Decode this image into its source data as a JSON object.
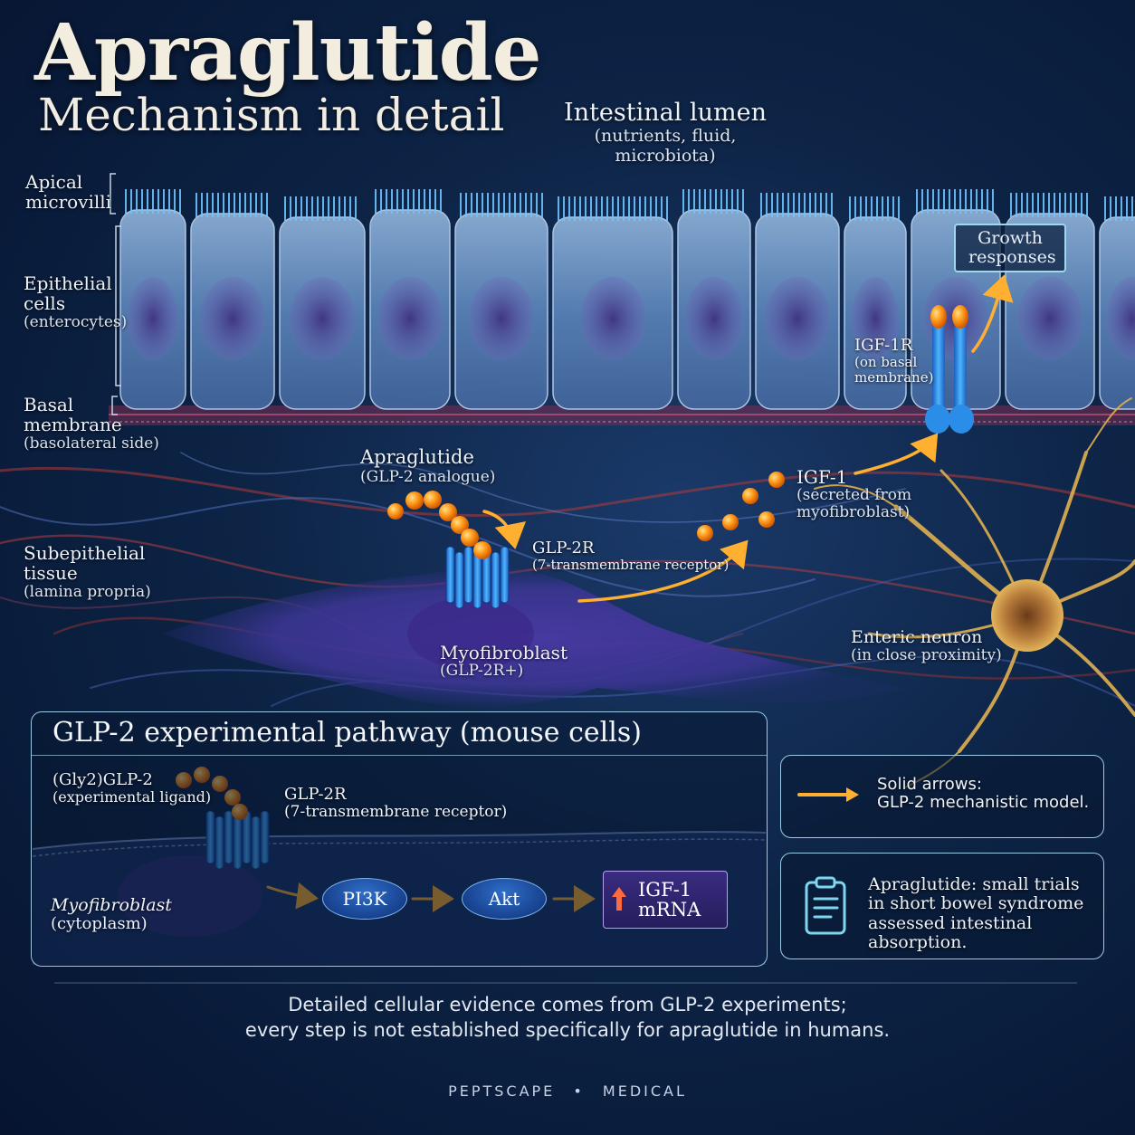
{
  "header": {
    "title": "Apraglutide",
    "subtitle": "Mechanism in detail"
  },
  "lumen": {
    "title": "Intestinal lumen",
    "subtitle": "(nutrients, fluid, microbiota)"
  },
  "side_labels": {
    "microvilli_1": "Apical",
    "microvilli_2": "microvilli",
    "epithelial_1": "Epithelial",
    "epithelial_2": "cells",
    "epithelial_3": "(enterocytes)",
    "basal_1": "Basal",
    "basal_2": "membrane",
    "basal_3": "(basolateral side)",
    "subepi_1": "Subepithelial",
    "subepi_2": "tissue",
    "subepi_3": "(lamina propria)"
  },
  "growth": {
    "line1": "Growth",
    "line2": "responses"
  },
  "igf1r": {
    "title": "IGF-1R",
    "sub1": "(on basal",
    "sub2": "membrane)"
  },
  "apraglutide_label": {
    "title": "Apraglutide",
    "sub": "(GLP-2 analogue)"
  },
  "igf1_label": {
    "title": "IGF-1",
    "sub1": "(secreted from",
    "sub2": "myofibroblast)"
  },
  "glp2r_label": {
    "title": "GLP-2R",
    "sub": "(7-transmembrane receptor)"
  },
  "myofibroblast_label": {
    "title": "Myofibroblast",
    "sub": "(GLP-2R+)"
  },
  "neuron_label": {
    "title": "Enteric neuron",
    "sub": "(in close proximity)"
  },
  "pathway_panel": {
    "title": "GLP-2 experimental pathway (mouse cells)",
    "ligand_title": "(Gly2)GLP-2",
    "ligand_sub": "(experimental ligand)",
    "receptor_title": "GLP-2R",
    "receptor_sub": "(7-transmembrane receptor)",
    "cell_title": "Myofibroblast",
    "cell_sub": "(cytoplasm)",
    "pi3k": "PI3K",
    "akt": "Akt",
    "igf_line1": "IGF-1",
    "igf_line2": "mRNA"
  },
  "legend": {
    "arrows_line1": "Solid arrows:",
    "arrows_line2": "GLP-2 mechanistic model.",
    "trial_line1": "Apraglutide: small trials",
    "trial_line2": "in short bowel syndrome",
    "trial_line3": "assessed intestinal absorption."
  },
  "footer": {
    "line1": "Detailed cellular evidence comes from GLP-2 experiments;",
    "line2": "every step is not established specifically for apraglutide in humans."
  },
  "brand": {
    "left": "PEPTSCAPE",
    "sep": "•",
    "right": "MEDICAL"
  },
  "colors": {
    "arrow": "#ffb030",
    "ligand": "#ff9a1a",
    "receptor": "#2a8ee8",
    "cell": "#3b6da8",
    "neuron": "#d9a64a",
    "myofibroblast": "#5a3fae"
  }
}
